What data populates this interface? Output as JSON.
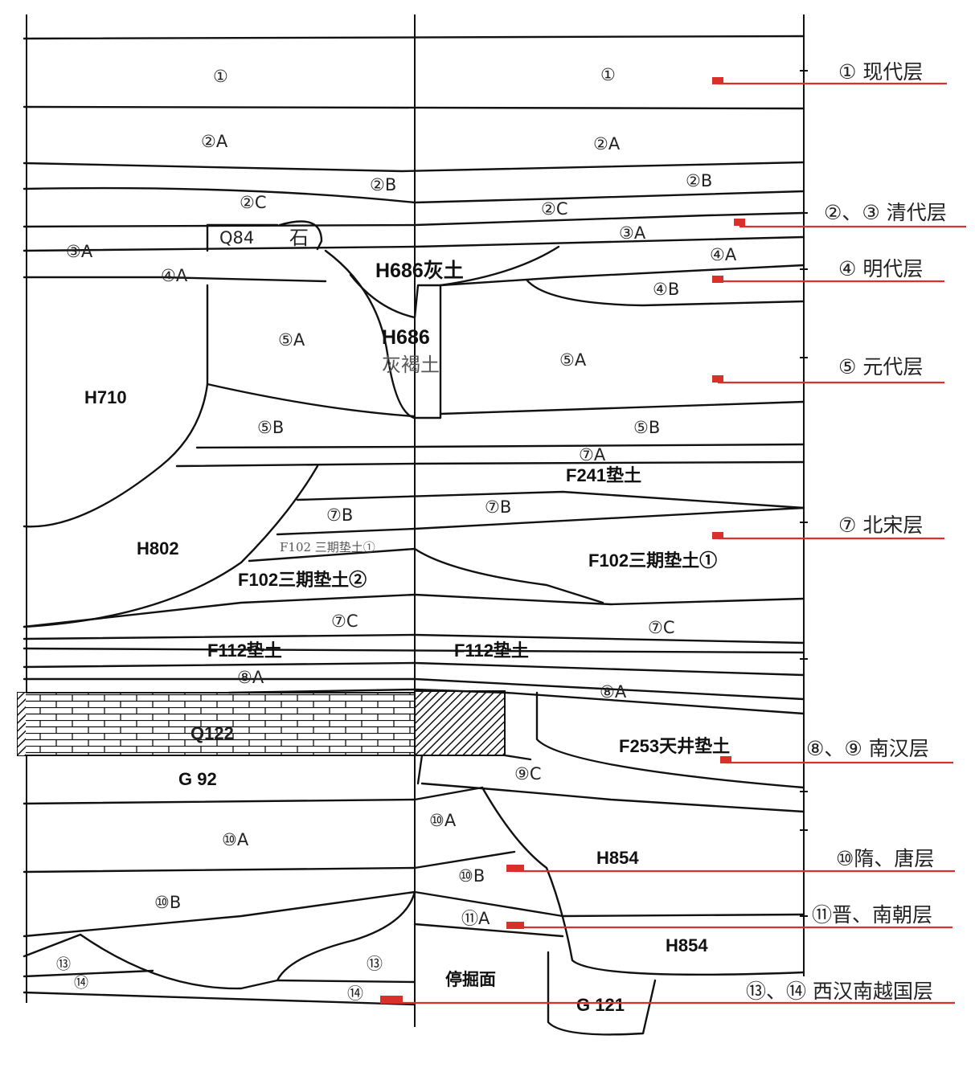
{
  "title": "地层剖面图",
  "colors": {
    "line": "#111111",
    "marker": "#d9302c"
  },
  "labels": [
    "①",
    "①",
    "②A",
    "②A",
    "②B",
    "②B",
    "②C",
    "②C",
    "③A",
    "③A",
    "④A",
    "④A",
    "④B",
    "Q84",
    "石",
    "H686灰土",
    "H686",
    "灰褐土",
    "H710",
    "⑤A",
    "⑤A",
    "⑤B",
    "⑤B",
    "⑦A",
    "F241垫土",
    "⑦B",
    "⑦B",
    "H802",
    "F102 三期垫土①",
    "F102三期垫土②",
    "F102三期垫土①",
    "⑦C",
    "⑦C",
    "F112垫土",
    "F112垫土",
    "⑧A",
    "⑧A",
    "Q122",
    "F253天井垫土",
    "G 92",
    "⑨C",
    "⑩A",
    "⑩A",
    "H854",
    "⑩B",
    "⑩B",
    "⑪A",
    "H854",
    "⑬",
    "⑬",
    "⑭",
    "⑭",
    "停掘面",
    "G 121"
  ],
  "legend": [
    "① 现代层",
    "②、③ 清代层",
    "④ 明代层",
    "⑤ 元代层",
    "⑦ 北宋层",
    "⑧、⑨ 南汉层",
    "⑩隋、唐层",
    "⑪晋、南朝层",
    "⑬、⑭ 西汉南越国层"
  ]
}
